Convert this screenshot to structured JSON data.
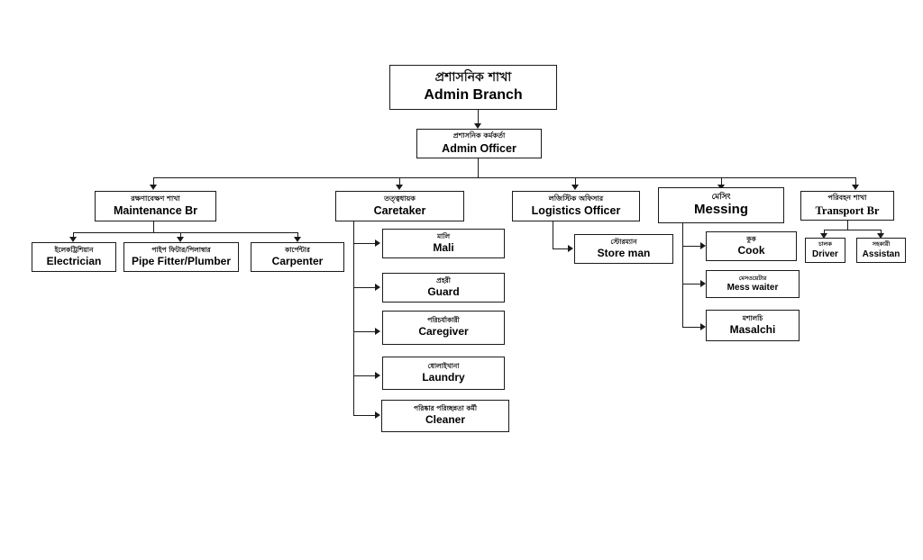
{
  "diagram": {
    "type": "organizational-chart",
    "colors": {
      "line": "#1a1a1a",
      "box_border": "#1a1a1a",
      "background": "#ffffff",
      "text": "#000000"
    },
    "root": {
      "bn": "প্রশাসনিক শাখা",
      "en": "Admin Branch"
    },
    "officer": {
      "bn": "প্রশাসনিক কর্মকর্তা",
      "en": "Admin Officer"
    },
    "branches": [
      {
        "bn": "রক্ষণাবেক্ষণ শাখা",
        "en": "Maintenance Br"
      },
      {
        "bn": "তত্ত্বধায়ক",
        "en": "Caretaker"
      },
      {
        "bn": "লজিস্টিক অফিসার",
        "en": "Logistics Officer"
      },
      {
        "bn": "মেসিং",
        "en": "Messing"
      },
      {
        "bn": "পরিবহন শাখা",
        "en": "Transport Br"
      }
    ],
    "maintenance_children": [
      {
        "bn": "ইলেকট্রিশিয়ান",
        "en": "Electrician"
      },
      {
        "bn": "পাইপ ফিটার/পিলাম্বার",
        "en": "Pipe Fitter/Plumber"
      },
      {
        "bn": "কার্পেন্টার",
        "en": "Carpenter"
      }
    ],
    "caretaker_children": [
      {
        "bn": "মালি",
        "en": "Mali"
      },
      {
        "bn": "প্রহরী",
        "en": "Guard"
      },
      {
        "bn": "পরিচর্যাকারী",
        "en": "Caregiver"
      },
      {
        "bn": "ধোলাইখানা",
        "en": "Laundry"
      },
      {
        "bn": "পরিষ্কার পরিচ্ছন্নতা কর্মী",
        "en": "Cleaner"
      }
    ],
    "logistics_children": [
      {
        "bn": "স্টোরম্যান",
        "en": "Store man"
      }
    ],
    "messing_children": [
      {
        "bn": "কুক",
        "en": "Cook"
      },
      {
        "bn": "মেসওয়েটার",
        "en": "Mess waiter"
      },
      {
        "bn": "মশালচি",
        "en": "Masalchi"
      }
    ],
    "transport_children": [
      {
        "bn": "চালক",
        "en": "Driver"
      },
      {
        "bn": "সহকারী",
        "en": "Assistan"
      }
    ]
  }
}
